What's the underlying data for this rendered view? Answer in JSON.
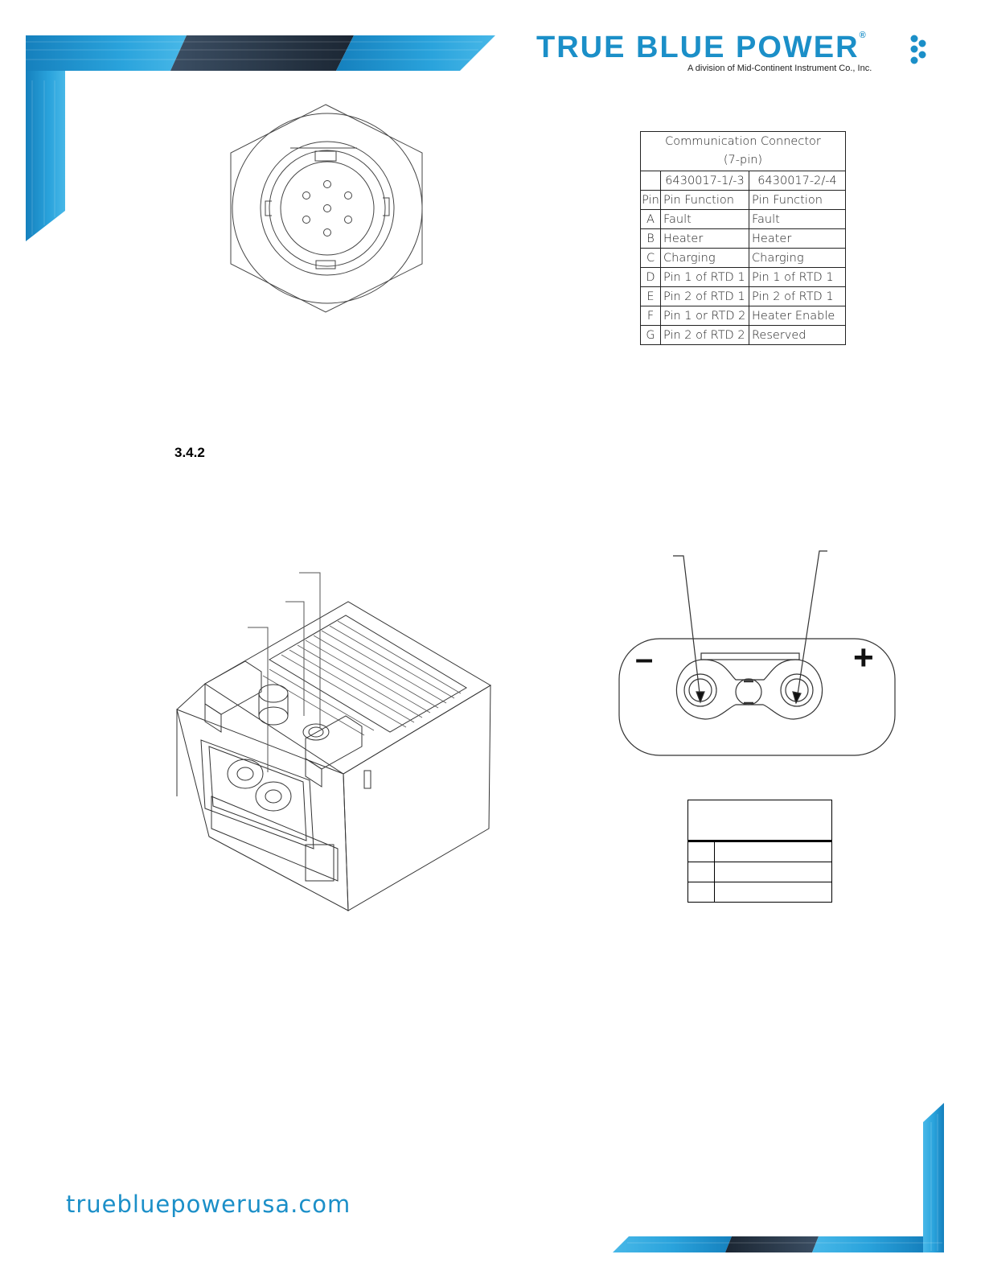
{
  "header": {
    "brand_name": "TRUE BLUE POWER",
    "registered_mark": "®",
    "brand_subtitle": "A division of Mid-Continent Instrument Co., Inc.",
    "accent_color": "#1b8fc8",
    "dark_color": "#1f2b3a"
  },
  "communication_connector": {
    "title_line1": "Communication Connector",
    "title_line2": "(7-pin)",
    "part_numbers": [
      "6430017-1/-3",
      "6430017-2/-4"
    ],
    "column_headers": [
      "Pin",
      "Pin Function",
      "Pin Function"
    ],
    "rows": [
      {
        "pin": "A",
        "func1": "Fault",
        "func2": "Fault"
      },
      {
        "pin": "B",
        "func1": "Heater",
        "func2": "Heater"
      },
      {
        "pin": "C",
        "func1": "Charging",
        "func2": "Charging"
      },
      {
        "pin": "D",
        "func1": "Pin 1 of RTD 1",
        "func2": "Pin 1 of RTD 1"
      },
      {
        "pin": "E",
        "func1": "Pin 2 of RTD 1",
        "func2": "Pin 2 of RTD 1"
      },
      {
        "pin": "F",
        "func1": "Pin 1 or RTD 2",
        "func2": "Heater Enable"
      },
      {
        "pin": "G",
        "func1": "Pin 2 of RTD 2",
        "func2": "Reserved"
      }
    ]
  },
  "section": {
    "number": "3.4.2"
  },
  "power_connector": {
    "minus_symbol": "–",
    "plus_symbol": "+"
  },
  "footer": {
    "url": "truebluepowerusa.com"
  }
}
